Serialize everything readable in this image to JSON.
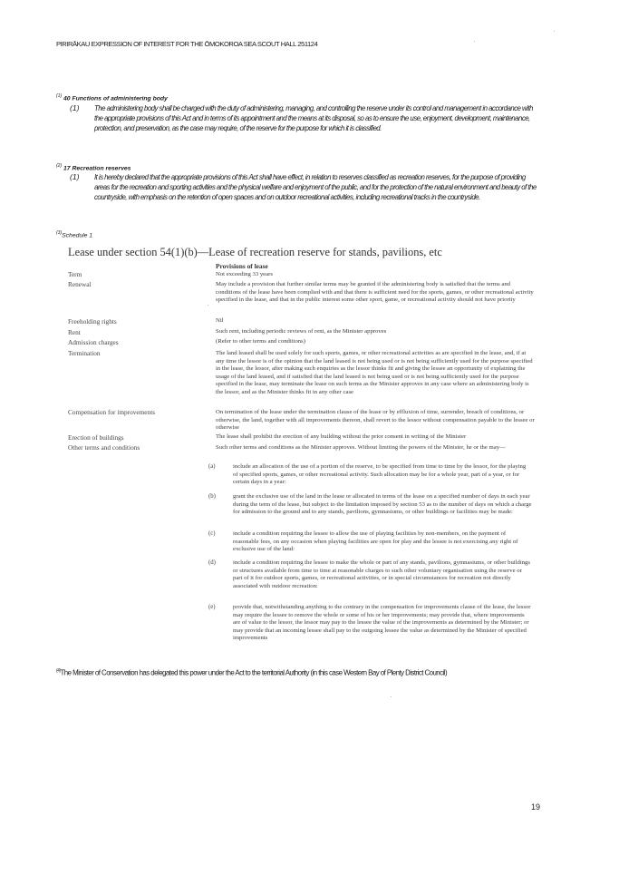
{
  "header": "PIRIRĀKAU EXPRESSION OF INTEREST FOR THE ŌMOKOROA SEA SCOUT HALL 251124",
  "sections": [
    {
      "ref": "1",
      "title": "40 Functions of administering body",
      "clause_num": "(1)",
      "text": "The administering body shall be charged with the duty of administering, managing, and controlling the reserve under its control and management in accordance with the appropriate provisions of this Act and in terms of its appointment and the means at its disposal, so as to ensure the use, enjoyment, development, maintenance, protection, and preservation, as the case may require, of the reserve for the purpose for which it is classified."
    },
    {
      "ref": "2",
      "title": "17 Recreation reserves",
      "clause_num": "(1)",
      "text": "It is hereby declared that the appropriate provisions of this Act shall have effect, in relation to reserves classified as recreation reserves, for the purpose of providing areas for the recreation and sporting activities and the physical welfare and enjoyment of the public, and for the protection of the natural environment and beauty of the countryside, with emphasis on the retention of open spaces and on outdoor recreational activities, including recreational tracks in the countryside."
    }
  ],
  "schedule": {
    "ref": "3",
    "title": "Schedule 1",
    "lease_title": "Lease under section 54(1)(b)—Lease of recreation reserve for stands, pavilions, etc",
    "provisions_heading": "Provisions of lease",
    "rows": [
      {
        "label": "Term",
        "value": "Not exceeding 33 years"
      },
      {
        "label": "Renewal",
        "value": "May include a provision that further similar terms may be granted if the administering body is satisfied that the terms and conditions of the lease have been complied with and that there is sufficient need for the sports, games, or other recreational activity specified in the lease, and that in the public interest some other sport, game, or recreational activity should not have priority"
      },
      {
        "label": "Freeholding rights",
        "value": "Nil"
      },
      {
        "label": "Rent",
        "value": "Such rent, including periodic reviews of rent, as the Minister approves"
      },
      {
        "label": "Admission charges",
        "value": "(Refer to other terms and conditions)"
      },
      {
        "label": "Termination",
        "value": "The land leased shall be used solely for such sports, games, or other recreational activities as are specified in the lease, and, if at any time the lessor is of the opinion that the land leased is not being used or is not being sufficiently used for the purpose specified in the lease, the lessor, after making such enquiries as the lessor thinks fit and giving the lessee an opportunity of explaining the usage of the land leased, and if satisfied that the land leased is not being used or is not being sufficiently used for the purpose specified in the lease, may terminate the lease on such terms as the Minister approves in any case where an administering body is the lessor, and as the Minister thinks fit in any other case"
      },
      {
        "label": "Compensation for improvements",
        "value": "On termination of the lease under the termination clause of the lease or by effluxion of time, surrender, breach of conditions, or otherwise, the land, together with all improvements thereon, shall revert to the lessor without compensation payable to the lessee or otherwise"
      },
      {
        "label": "Erection of buildings",
        "value": "The lease shall prohibit the erection of any building without the prior consent in writing of the Minister"
      },
      {
        "label": "Other terms and conditions",
        "value": "Such other terms and conditions as the Minister approves. Without limiting the powers of the Minister, he or the may—"
      }
    ],
    "items": [
      {
        "letter": "(a)",
        "text": "include an allocation of the use of a portion of the reserve, to be specified from time to time by the lessor, for the playing of specified sports, games, or other recreational activity. Such allocation may be for a whole year, part of a year, or for certain days in a year:"
      },
      {
        "letter": "(b)",
        "text": "grant the exclusive use of the land in the lease or allocated in terms of the lease on a specified number of days in each year during the term of the lease, but subject to the limitation imposed by section 53 as to the number of days on which a charge for admission to the ground and to any stands, pavilions, gymnasiums, or other buildings or facilities may be made:"
      },
      {
        "letter": "(c)",
        "text": "include a condition requiring the lessee to allow the use of playing facilities by non-members, on the payment of reasonable fees, on any occasion when playing facilities are open for play and the lessee is not exercising any right of exclusive use of the land:"
      },
      {
        "letter": "(d)",
        "text": "include a condition requiring the lessee to make the whole or part of any stands, pavilions, gymnasiums, or other buildings or structures available from time to time at reasonable charges to such other voluntary organisation using the reserve or part of it for outdoor sports, games, or recreational activities, or in special circumstances for recreation not directly associated with outdoor recreation:"
      },
      {
        "letter": "(e)",
        "text": "provide that, notwithstanding anything to the contrary in the compensation for improvements clause of the lease, the lessor may require the lessee to remove the whole or some of his or her improvements; may provide that, where improvements are of value to the lessor, the lessor may pay to the lessee the value of the improvements as determined by the Minister; or may provide that an incoming lessee shall pay to the outgoing lessee the value as determined by the Minister of specified improvements"
      }
    ]
  },
  "footnote": {
    "ref": "4",
    "text": "The Minister of Conservation has delegated this power under the Act to the territorial Authority (in this case Western Bay of Plenty District Council)"
  },
  "page_number": "19"
}
